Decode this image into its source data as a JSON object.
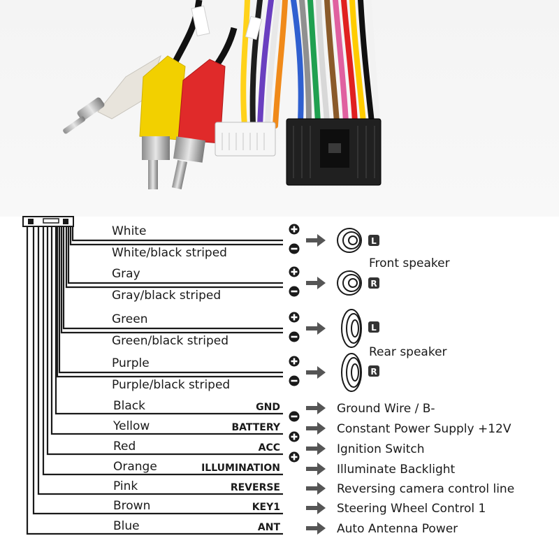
{
  "speaker_pairs": [
    {
      "positive_label": "White",
      "negative_label": "White/black striped",
      "side": "L",
      "type": "round"
    },
    {
      "positive_label": "Gray",
      "negative_label": "Gray/black striped",
      "side": "R",
      "type": "round"
    },
    {
      "positive_label": "Green",
      "negative_label": "Green/black striped",
      "side": "L",
      "type": "oval"
    },
    {
      "positive_label": "Purple",
      "negative_label": "Purple/black striped",
      "side": "R",
      "type": "oval"
    }
  ],
  "speaker_groups": {
    "front": "Front speaker",
    "rear": "Rear speaker"
  },
  "single_wires": [
    {
      "color": "Black",
      "code": "GND",
      "polarity": "-",
      "function": "Ground Wire / B-"
    },
    {
      "color": "Yellow",
      "code": "BATTERY",
      "polarity": "+",
      "function": "Constant Power Supply +12V"
    },
    {
      "color": "Red",
      "code": "ACC",
      "polarity": "+",
      "function": "Ignition Switch"
    },
    {
      "color": "Orange",
      "code": "ILLUMINATION",
      "polarity": "",
      "function": "Illuminate Backlight"
    },
    {
      "color": "Pink",
      "code": "REVERSE",
      "polarity": "",
      "function": "Reversing camera control line"
    },
    {
      "color": "Brown",
      "code": "KEY1",
      "polarity": "",
      "function": "Steering Wheel Control 1"
    },
    {
      "color": "Blue",
      "code": "ANT",
      "polarity": "",
      "function": "Auto  Antenna Power"
    }
  ],
  "colors": {
    "line": "#1a1a1a",
    "arrow": "#555555",
    "polarity_fill": "#1a1a1a",
    "badge_fill": "#333333"
  },
  "icons": {
    "polarity_positive": "plus-circle-icon",
    "polarity_negative": "minus-circle-icon",
    "arrow": "arrow-right-icon",
    "round_speaker": "round-speaker-icon",
    "oval_speaker": "oval-speaker-icon",
    "side_badge": "side-badge-icon"
  }
}
